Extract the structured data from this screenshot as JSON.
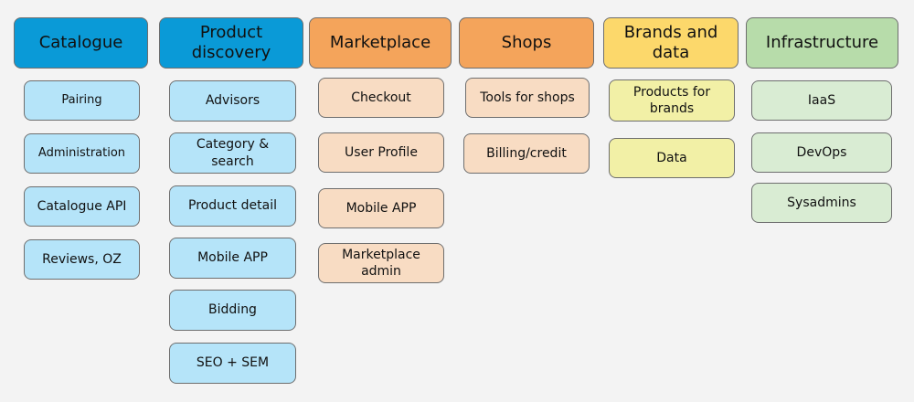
{
  "columns": [
    {
      "header": "Catalogue",
      "color": "#0a9ad7",
      "item_color": "#b5e4f9",
      "items": [
        "Pairing",
        "Administration",
        "Catalogue API",
        "Reviews, OZ"
      ]
    },
    {
      "header": "Product discovery",
      "color": "#0a9ad7",
      "item_color": "#b5e4f9",
      "items": [
        "Advisors",
        "Category & search",
        "Product detail",
        "Mobile APP",
        "Bidding",
        "SEO + SEM"
      ]
    },
    {
      "header": "Marketplace",
      "color": "#f4a45b",
      "item_color": "#f8dcc3",
      "items": [
        "Checkout",
        "User Profile",
        "Mobile APP",
        "Marketplace admin"
      ]
    },
    {
      "header": "Shops",
      "color": "#f4a45b",
      "item_color": "#f8dcc3",
      "items": [
        "Tools for shops",
        "Billing/credit"
      ]
    },
    {
      "header": "Brands and data",
      "color": "#fcd86b",
      "item_color": "#f2f0a6",
      "items": [
        "Products for brands",
        "Data"
      ]
    },
    {
      "header": "Infrastructure",
      "color": "#b7dcaa",
      "item_color": "#d9ecd3",
      "items": [
        "IaaS",
        "DevOps",
        "Sysadmins"
      ]
    }
  ]
}
